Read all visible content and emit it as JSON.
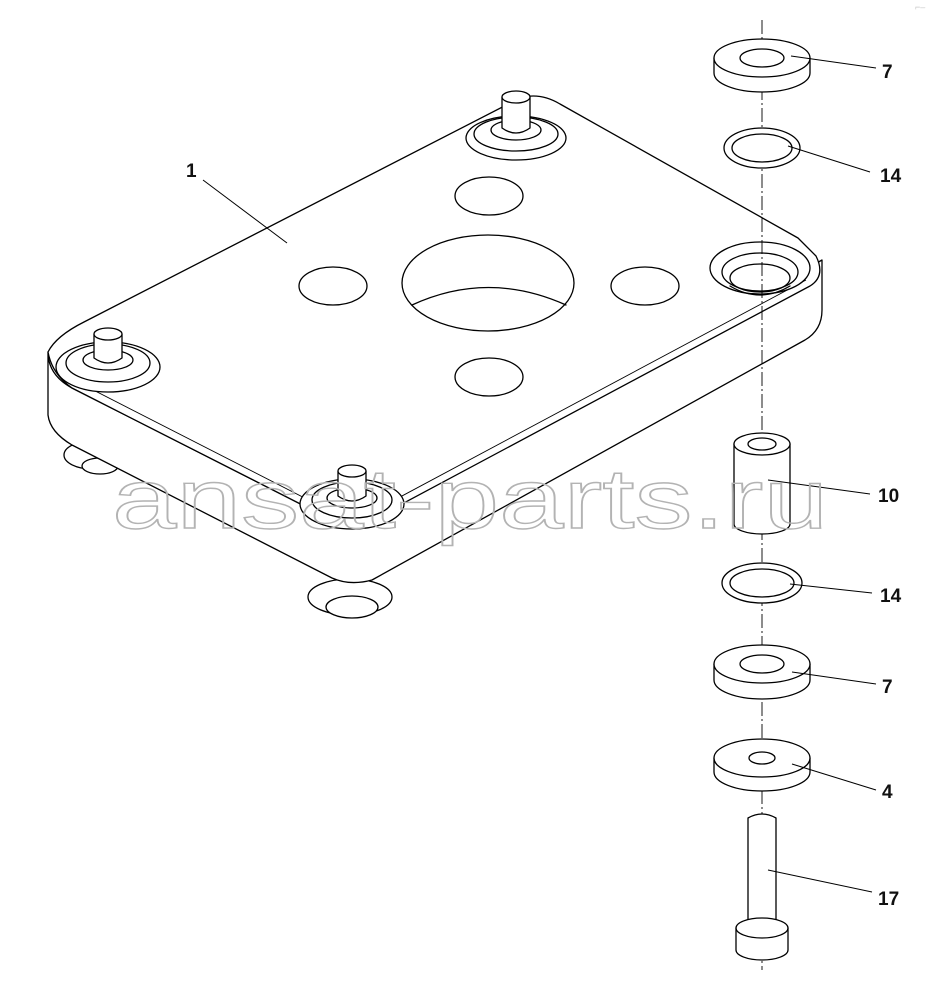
{
  "callouts": [
    {
      "id": "c1",
      "label": "1"
    },
    {
      "id": "c7a",
      "label": "7"
    },
    {
      "id": "c14a",
      "label": "14"
    },
    {
      "id": "c10",
      "label": "10"
    },
    {
      "id": "c14b",
      "label": "14"
    },
    {
      "id": "c7b",
      "label": "7"
    },
    {
      "id": "c4",
      "label": "4"
    },
    {
      "id": "c17",
      "label": "17"
    }
  ],
  "watermark": "ansat-parts.ru",
  "corner_mark": "⌐–"
}
